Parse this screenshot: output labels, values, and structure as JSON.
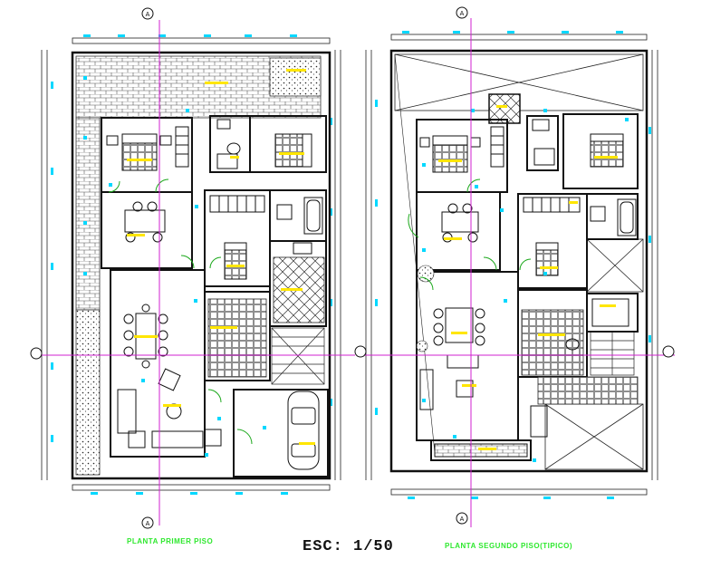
{
  "drawing": {
    "scale_label": "ESC: 1/50",
    "first_floor_title": "PLANTA PRIMER PISO",
    "second_floor_title": "PLANTA SEGUNDO PISO(TIPICO)",
    "axis_marker_letter": "A",
    "colors": {
      "wall": "#111111",
      "dimension": "#2a2a2a",
      "cyan_marks": "#00d8ff",
      "yellow_labels": "#ffe600",
      "axis_magenta": "#d020d0",
      "caption_green": "#2ee82e",
      "door_green": "#1ca81c",
      "hatch": "#444444"
    },
    "icons": [
      "bed-icon",
      "toilet-icon",
      "bathtub-icon",
      "dining-table-icon",
      "sofa-icon",
      "car-icon",
      "stair-icon",
      "plant-icon"
    ]
  }
}
